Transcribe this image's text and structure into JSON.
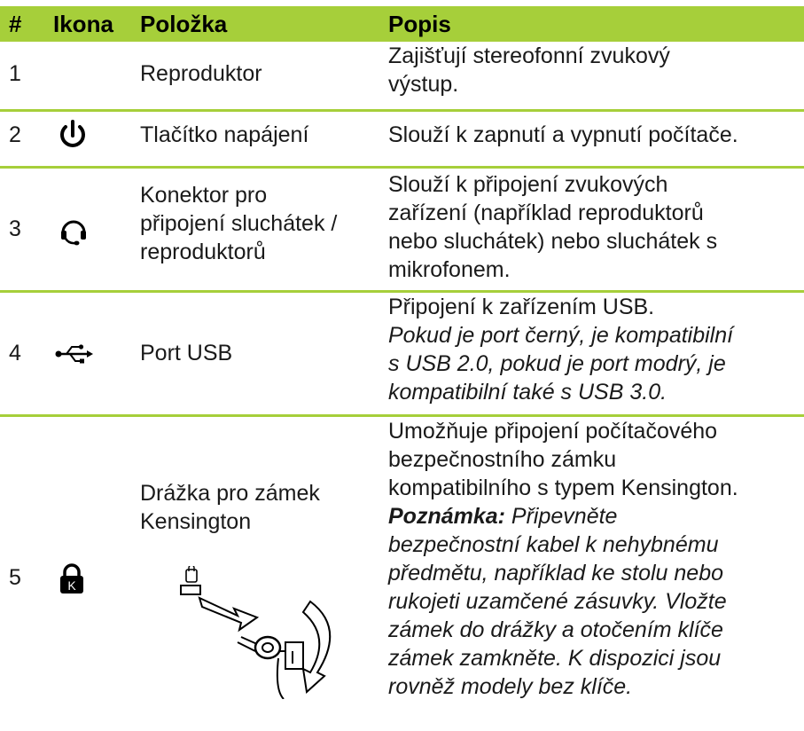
{
  "header": {
    "num": "#",
    "icon": "Ikona",
    "item": "Položka",
    "desc": "Popis"
  },
  "rows": [
    {
      "num": "1",
      "icon": "",
      "item": "Reproduktor",
      "desc_lines": [
        "Zajišťují stereofonní zvukový",
        "výstup."
      ]
    },
    {
      "num": "2",
      "icon": "power-icon",
      "item": "Tlačítko napájení",
      "desc_lines": [
        "Slouží k zapnutí a vypnutí počítače."
      ]
    },
    {
      "num": "3",
      "icon": "headset-icon",
      "item_lines": [
        "Konektor pro",
        "připojení sluchátek /",
        "reproduktorů"
      ],
      "desc_lines": [
        "Slouží k připojení zvukových",
        "zařízení (například reproduktorů",
        "nebo sluchátek) nebo sluchátek s",
        "mikrofonem."
      ]
    },
    {
      "num": "4",
      "icon": "usb-icon",
      "item": "Port USB",
      "desc_lines": [
        "Připojení k zařízením USB."
      ],
      "desc_italic_lines": [
        "Pokud je port černý, je kompatibilní",
        "s USB 2.0, pokud je port modrý, je",
        "kompatibilní také s USB 3.0."
      ]
    },
    {
      "num": "5",
      "icon": "kensington-lock-icon",
      "item_lines": [
        "Drážka pro zámek",
        "Kensington"
      ],
      "desc_lines": [
        "Umožňuje připojení počítačového",
        "bezpečnostního zámku",
        "kompatibilního s typem Kensington."
      ],
      "note_label": "Poznámka:",
      "note_first": " Připevněte",
      "note_lines": [
        "bezpečnostní kabel k nehybnému",
        "předmětu, například ke stolu nebo",
        "rukojeti uzamčené zásuvky. Vložte",
        "zámek do drážky a otočením klíče",
        "zámek zamkněte. K dispozici jsou",
        "rovněž modely bez klíče."
      ]
    }
  ],
  "colors": {
    "accent": "#a6cf3a",
    "text": "#1a1a1a"
  }
}
